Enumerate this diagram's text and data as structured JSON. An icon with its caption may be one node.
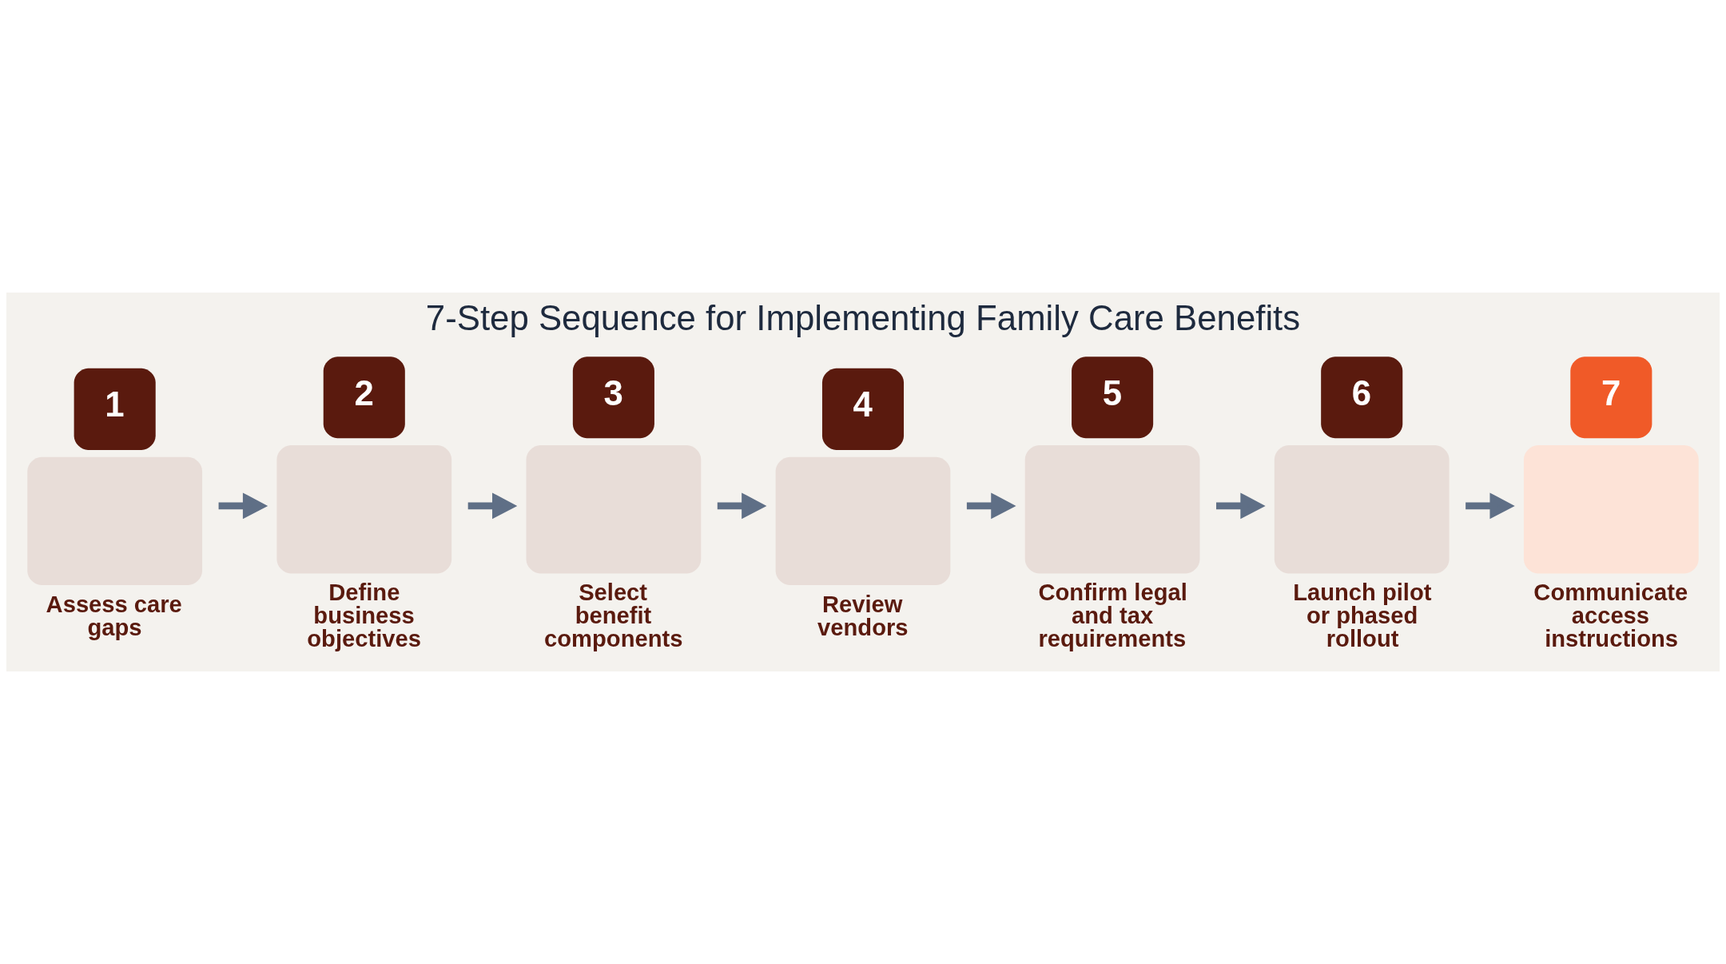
{
  "diagram": {
    "title": "7-Step Sequence for Implementing Family Care Benefits",
    "nodes": [
      {
        "text": [
          "1",
          "Assess care gaps"
        ]
      },
      {
        "text": [
          "2",
          "Define business objectives"
        ]
      },
      {
        "text": [
          "3",
          "Select benefit components"
        ]
      },
      {
        "text": [
          "4",
          "Review vendors"
        ]
      },
      {
        "text": [
          "5",
          "Confirm legal and tax requirements"
        ]
      },
      {
        "text": [
          "6",
          "Launch pilot or phased rollout"
        ]
      },
      {
        "text": [
          "7",
          "Communicate access instructions"
        ]
      }
    ],
    "edges": [
      {
        "from": 0,
        "to": 1,
        "arrow": "to"
      },
      {
        "from": 1,
        "to": 2,
        "arrow": "to"
      },
      {
        "from": 2,
        "to": 3,
        "arrow": "to"
      },
      {
        "from": 3,
        "to": 4,
        "arrow": "to"
      },
      {
        "from": 4,
        "to": 5,
        "arrow": "to"
      },
      {
        "from": 5,
        "to": 6,
        "arrow": "to"
      }
    ]
  }
}
